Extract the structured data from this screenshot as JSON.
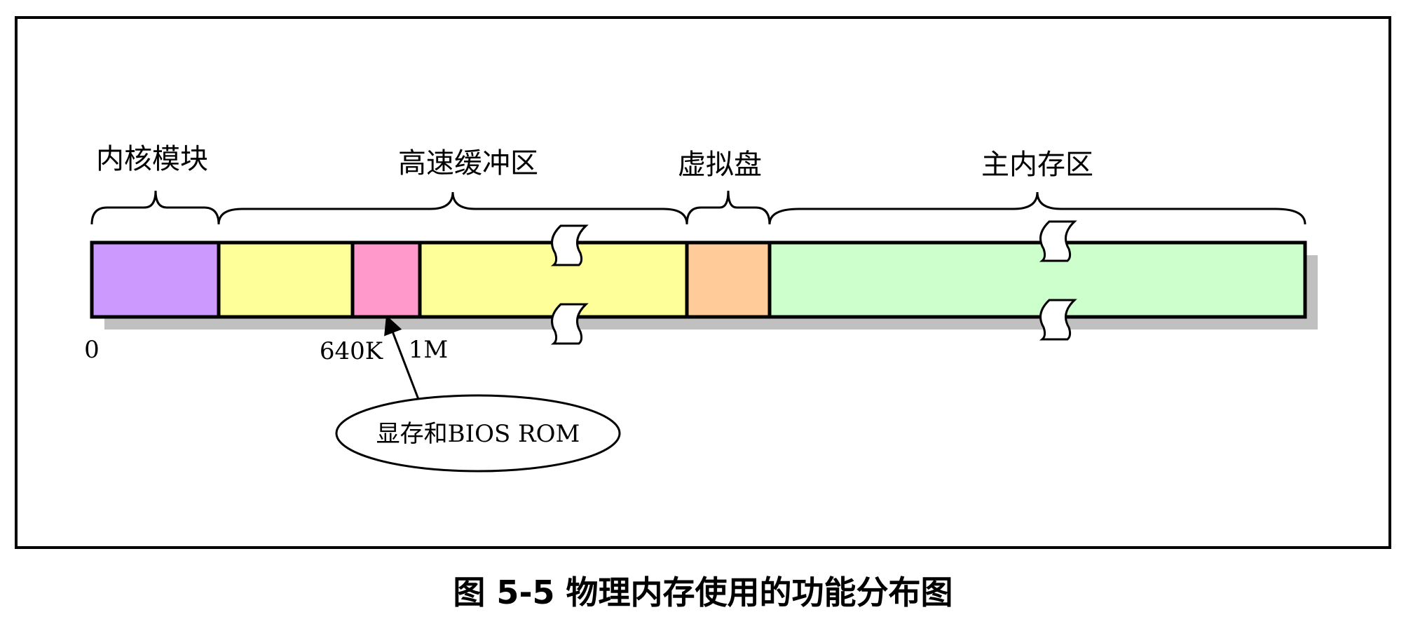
{
  "regions": [
    {
      "id": "kernel",
      "label": "内核模块",
      "color": "#cc99ff"
    },
    {
      "id": "buffer",
      "label": "高速缓冲区",
      "color": "#ffff99"
    },
    {
      "id": "vram",
      "label": "",
      "color": "#ff99cc"
    },
    {
      "id": "ramdisk",
      "label": "虚拟盘",
      "color": "#ffcc99"
    },
    {
      "id": "main",
      "label": "主内存区",
      "color": "#ccffcc"
    }
  ],
  "ticks": {
    "zero": "0",
    "k640": "640K",
    "m1": "1M"
  },
  "callout": "显存和BIOS ROM",
  "caption": "图 5-5 物理内存使用的功能分布图",
  "colors": {
    "shadow": "#c0c0c0",
    "stroke": "#000000"
  }
}
